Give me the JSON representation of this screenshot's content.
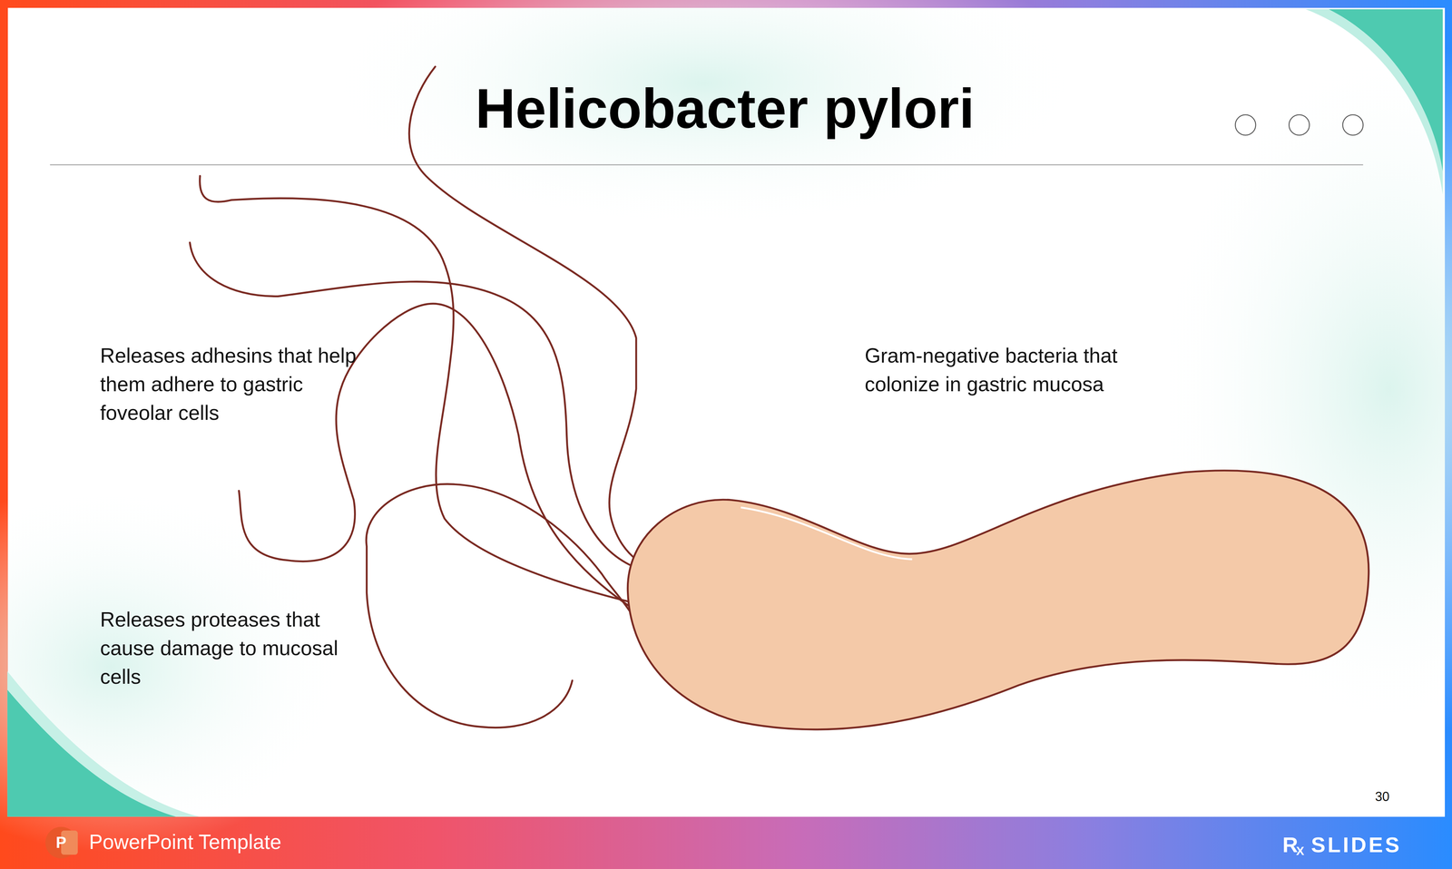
{
  "diagram": {
    "title": "Helicobacter pylori",
    "labels": [
      "Releases adhesins that help them adhere to gastric foveolar cells",
      "Releases proteases that cause damage to mucosal cells",
      "Gram-negative bacteria that colonize in gastric mucosa",
      "30",
      "P",
      "PowerPoint Template",
      "R",
      "X",
      "SLIDES"
    ]
  }
}
